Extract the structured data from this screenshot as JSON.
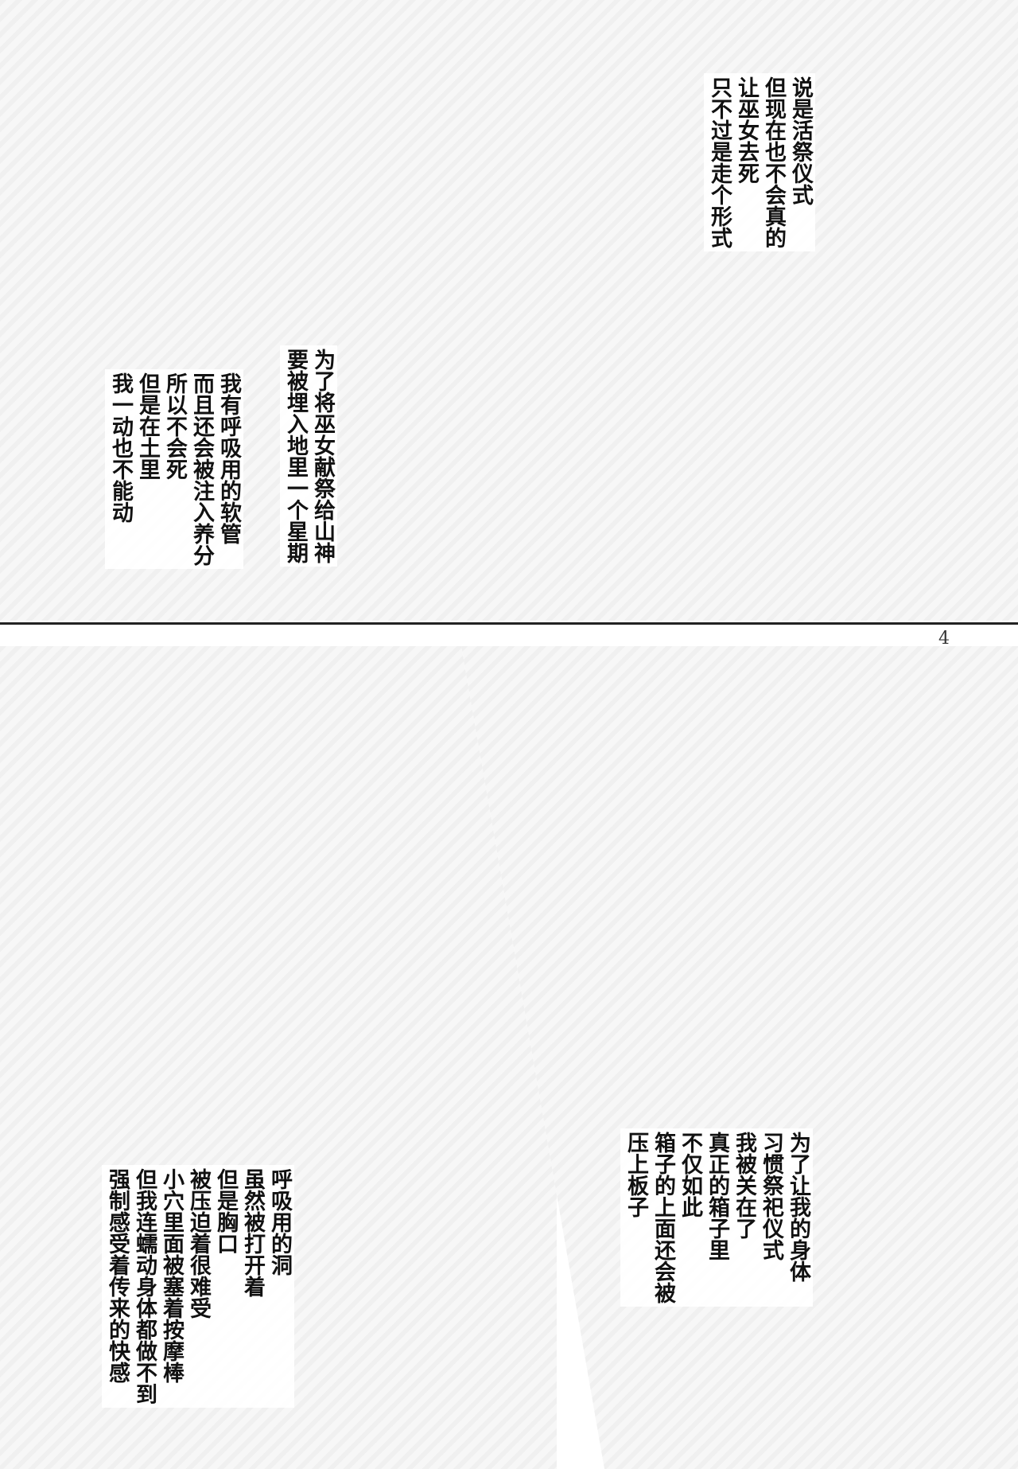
{
  "page_number": "4",
  "top_panel": {
    "text_right": [
      "说是活祭仪式",
      "但现在也不会真的",
      "让巫女去死",
      "只不过是走个形式"
    ],
    "text_middle": [
      "为了将巫女献祭给山神",
      "要被埋入地里一个星期"
    ],
    "text_left": [
      "我有呼吸用的软管",
      "而且还会被注入养分",
      "所以不会死",
      "但是在土里",
      "我一动也不能动"
    ]
  },
  "bottom_right_panel": {
    "text": [
      "为了让我的身体",
      "习惯祭祀仪式",
      "我被关在了",
      "真正的箱子里",
      "不仅如此",
      "箱子的上面还会被",
      "压上板子"
    ]
  },
  "bottom_left_panel": {
    "text": [
      "呼吸用的洞",
      "虽然被打开着",
      "但是胸口",
      "被压迫着很难受",
      "小穴里面被塞着按摩棒",
      "但我连蠕动身体都做不到",
      "强制感受着传来的快感"
    ]
  }
}
